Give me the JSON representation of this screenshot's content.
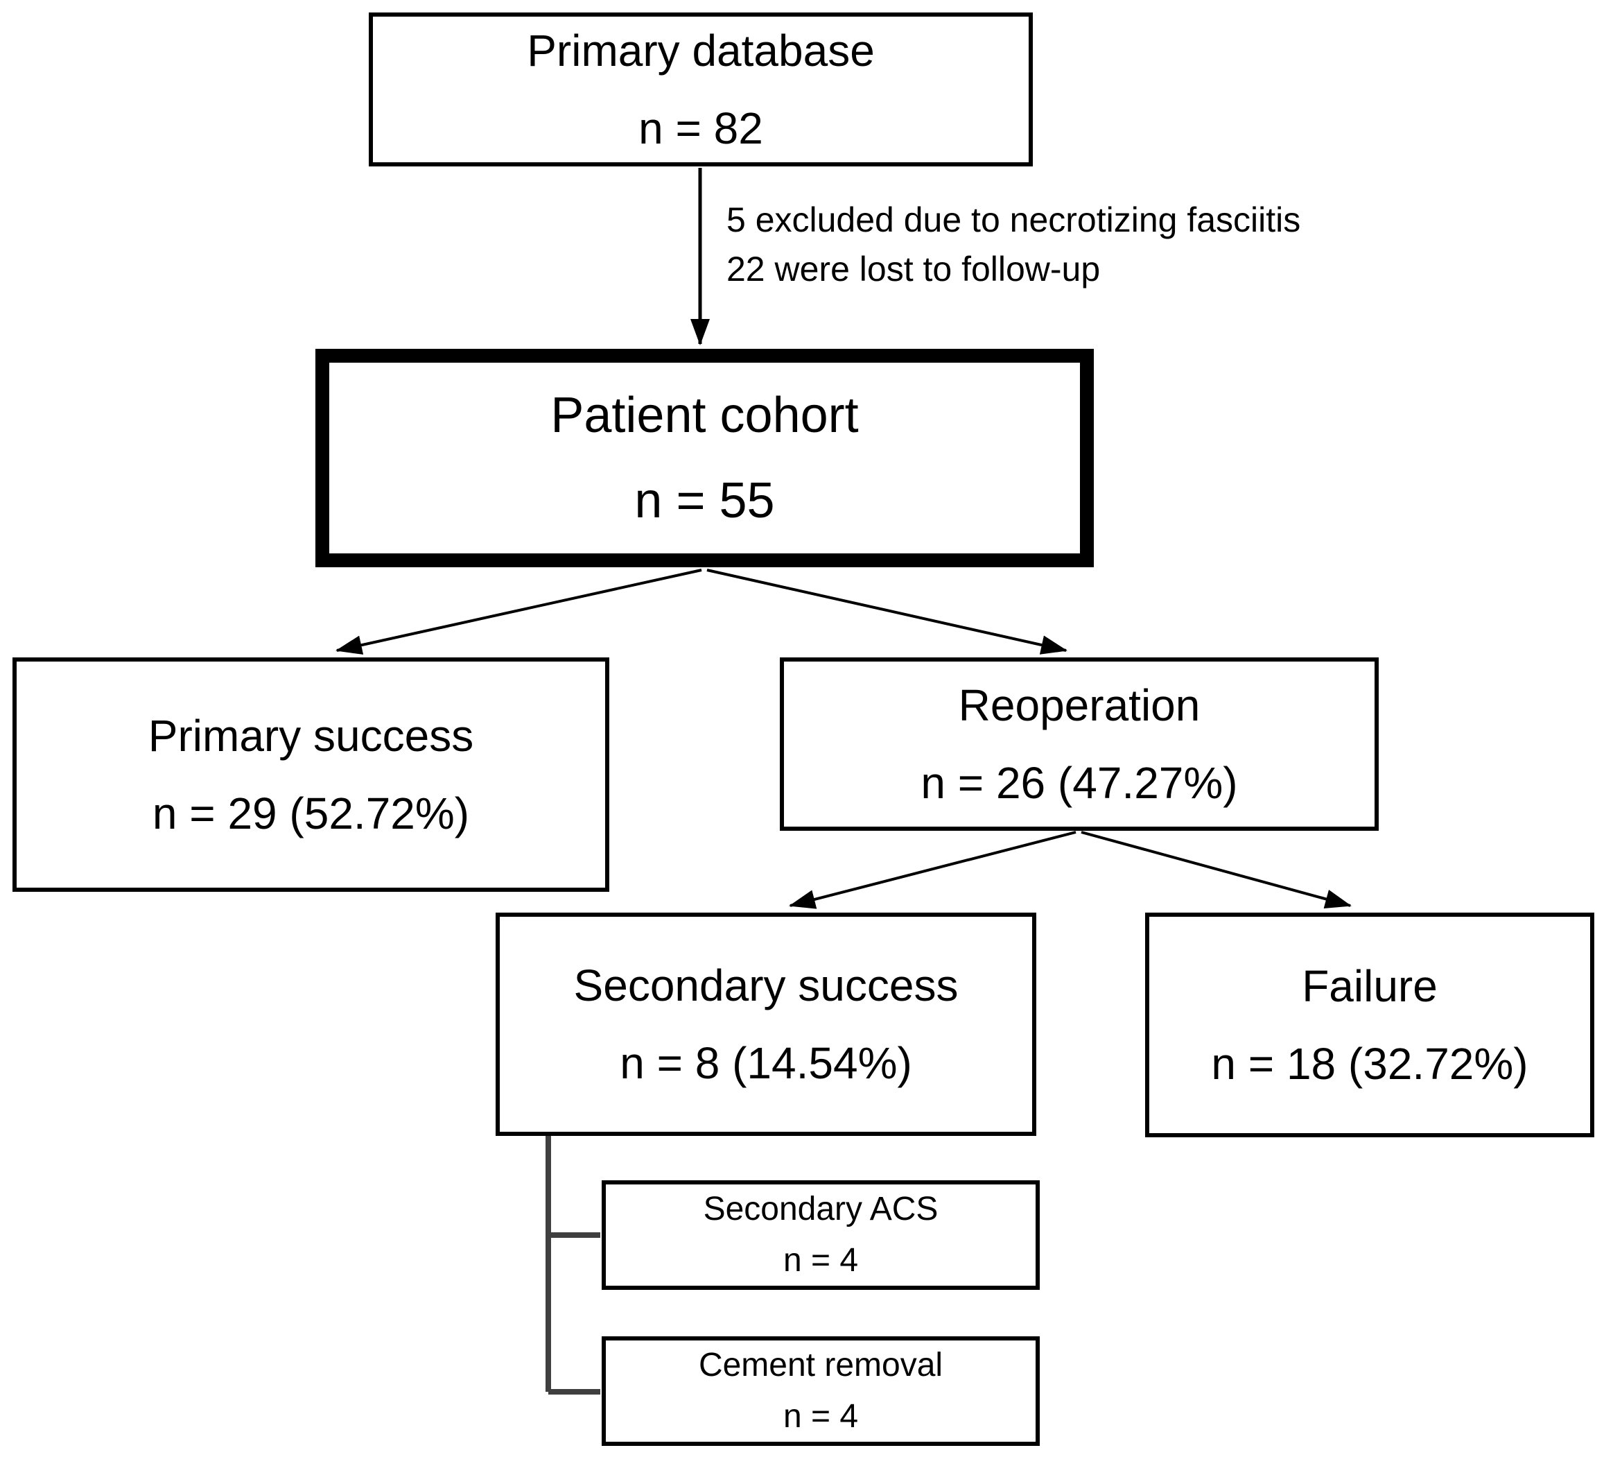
{
  "figure": {
    "type": "patient-flow-diagram",
    "background": "#ffffff",
    "box_border_color": "#000000",
    "text_color": "#000000",
    "connector_color": "#000000",
    "elbow_connector_color": "#3f3f3f"
  },
  "nodes": {
    "primary_database": {
      "title": "Primary database",
      "count": "n = 82"
    },
    "patient_cohort": {
      "title": "Patient cohort",
      "count": "n = 55"
    },
    "primary_success": {
      "title": "Primary success",
      "count": "n = 29 (52.72%)"
    },
    "reoperation": {
      "title": "Reoperation",
      "count": "n = 26 (47.27%)"
    },
    "secondary_success": {
      "title": "Secondary success",
      "count": "n = 8 (14.54%)"
    },
    "failure": {
      "title": "Failure",
      "count": "n = 18 (32.72%)"
    },
    "secondary_acs": {
      "title": "Secondary ACS",
      "count": "n = 4"
    },
    "cement_removal": {
      "title": "Cement removal",
      "count": "n = 4"
    }
  },
  "annotations": {
    "exclusion_line1": "5 excluded due to necrotizing fasciitis",
    "exclusion_line2": "22 were lost to follow-up"
  }
}
